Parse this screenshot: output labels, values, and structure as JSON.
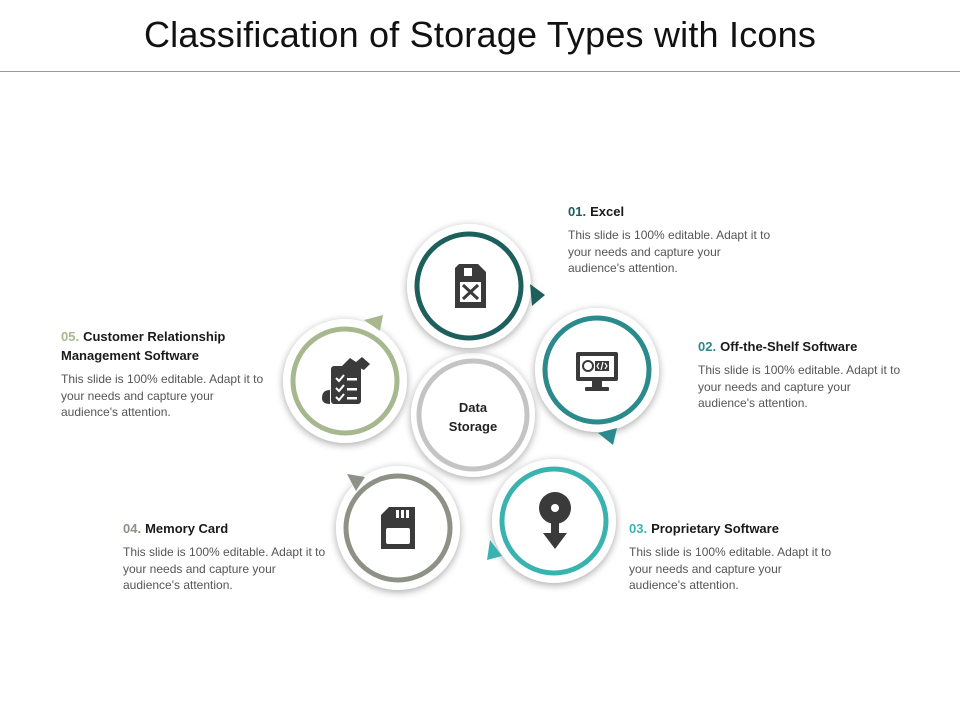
{
  "slide": {
    "title": "Classification of Storage Types with Icons"
  },
  "center": {
    "label_line1": "Data",
    "label_line2": "Storage"
  },
  "items": [
    {
      "number": "01.",
      "title": "Excel",
      "desc": "This slide is 100% editable. Adapt it to your needs and capture your audience's attention.",
      "color": "#1d5f5c",
      "icon": "excel-file-icon"
    },
    {
      "number": "02.",
      "title": "Off-the-Shelf Software",
      "desc": "This slide is 100% editable. Adapt it to your needs and capture your audience's attention.",
      "color": "#2a8a8c",
      "icon": "monitor-code-icon"
    },
    {
      "number": "03.",
      "title": "Proprietary Software",
      "desc": "This slide is 100% editable. Adapt it to your needs and capture your audience's attention.",
      "color": "#3ab3b0",
      "icon": "disc-download-icon"
    },
    {
      "number": "04.",
      "title": "Memory Card",
      "desc": "This slide is 100% editable. Adapt it to your needs and capture your audience's attention.",
      "color": "#8e9185",
      "icon": "memory-card-icon"
    },
    {
      "number": "05.",
      "title": "Customer Relationship Management Software",
      "desc": "This slide is 100% editable. Adapt it to your needs and capture your audience's attention.",
      "color": "#a7b88f",
      "icon": "handshake-checklist-icon"
    }
  ]
}
